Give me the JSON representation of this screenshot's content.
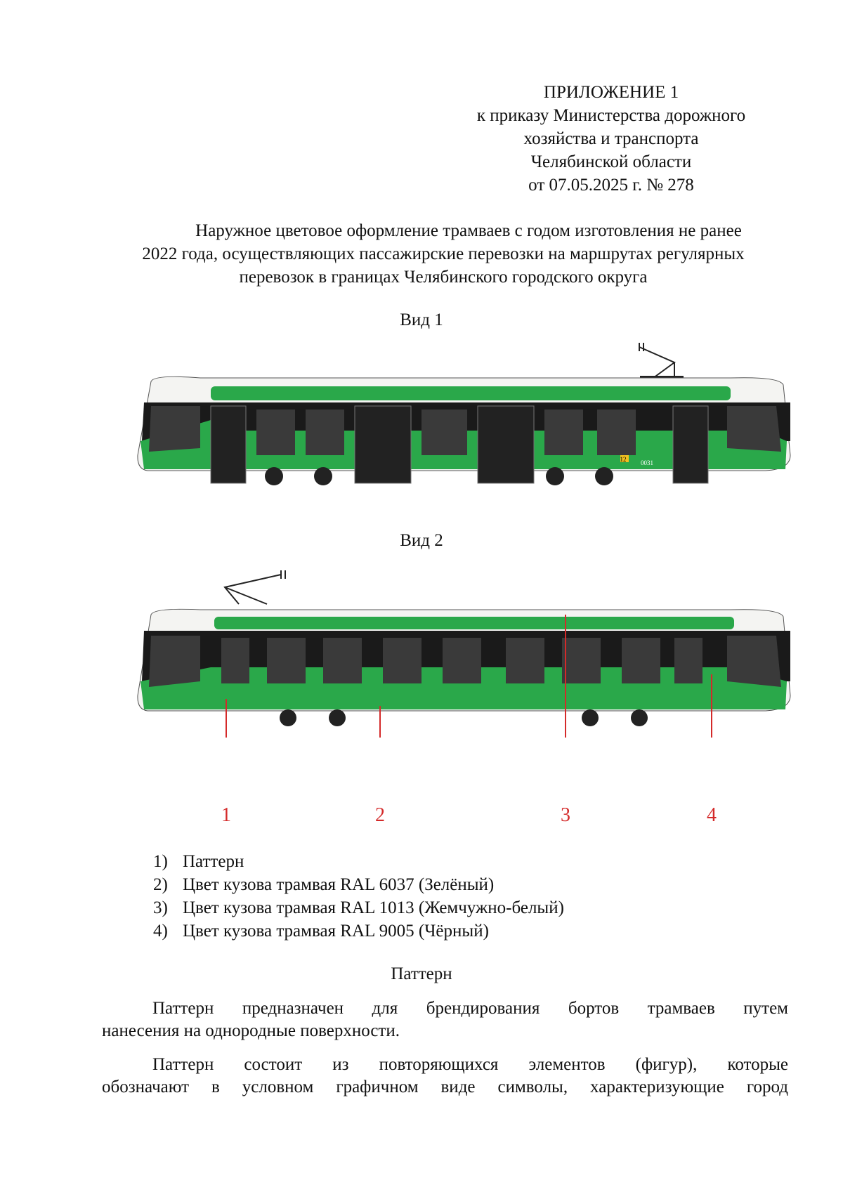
{
  "header": {
    "lines": [
      "ПРИЛОЖЕНИЕ 1",
      "к приказу Министерства дорожного",
      "хозяйства и транспорта",
      "Челябинской области",
      "от 07.05.2025 г. № 278"
    ]
  },
  "title": {
    "lines": [
      "Наружное цветовое оформление трамваев с годом изготовления не ранее",
      "2022 года, осуществляющих пассажирские перевозки на маршрутах регулярных",
      "перевозок в границах Челябинского городского округа"
    ]
  },
  "views": {
    "view1": "Вид 1",
    "view2": "Вид 2"
  },
  "tram": {
    "route_number": "12",
    "board_number": "0031",
    "colors": {
      "green": "#2aa84a",
      "pattern": "#1f8a3a",
      "black": "#1a1a1a",
      "white": "#f4f4f2",
      "accent": "#d42a2a"
    }
  },
  "callouts": [
    "1",
    "2",
    "3",
    "4"
  ],
  "legend": [
    {
      "n": "1)",
      "text": "Паттерн"
    },
    {
      "n": "2)",
      "text": "Цвет кузова трамвая RAL 6037 (Зелёный)"
    },
    {
      "n": "3)",
      "text": "Цвет кузова трамвая RAL 1013 (Жемчужно-белый)"
    },
    {
      "n": "4)",
      "text": "Цвет кузова трамвая RAL 9005 (Чёрный)"
    }
  ],
  "pattern_section": {
    "heading": "Паттерн",
    "p1_a": "Паттерн предназначен для брендирования бортов трамваев путем",
    "p1_b": "нанесения на однородные поверхности.",
    "p2_a": "Паттерн состоит из повторяющихся элементов (фигур), которые",
    "p2_b": "обозначают в условном графичном виде символы, характеризующие город"
  }
}
